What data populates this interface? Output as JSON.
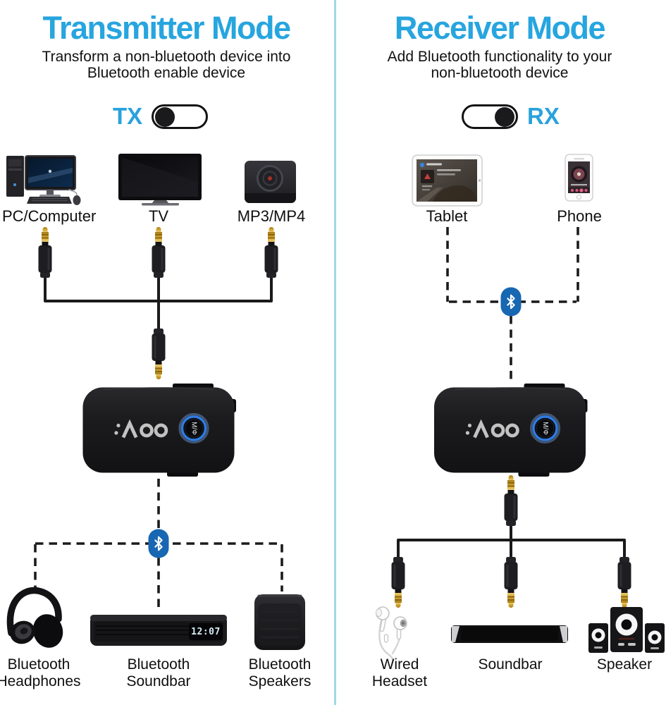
{
  "page": {
    "background": "#ffffff",
    "divider_color": "#9fd9e8",
    "accent_blue": "#27a5df",
    "bluetooth_icon_blue": "#1767b2"
  },
  "transmitter": {
    "title": "Transmitter Mode",
    "subtitle": "Transform a non-bluetooth device into\nBluetooth enable device",
    "toggle_label": "TX",
    "toggle_state": "left",
    "sources": {
      "pc": "PC/Computer",
      "tv": "TV",
      "mp3": "MP3/MP4"
    },
    "outputs": {
      "headphones": "Bluetooth\nHeadphones",
      "soundbar": "Bluetooth\nSoundbar",
      "speakers": "Bluetooth\nSpeakers"
    },
    "soundbar_clock": "12:07"
  },
  "receiver": {
    "title": "Receiver Mode",
    "subtitle": "Add Bluetooth functionality to your\nnon-bluetooth device",
    "toggle_label": "RX",
    "toggle_state": "right",
    "sources": {
      "tablet": "Tablet",
      "phone": "Phone"
    },
    "outputs": {
      "headset": "Wired\nHeadset",
      "soundbar": "Soundbar",
      "speaker": "Speaker"
    }
  },
  "device": {
    "brand": "YMOO",
    "button_label": "M/Ф"
  }
}
